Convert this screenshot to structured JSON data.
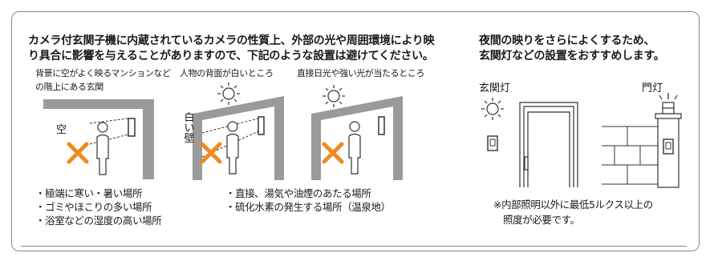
{
  "left": {
    "heading_line1": "カメラ付玄関子機に内蔵されているカメラの性質上、外部の光や周囲環境により映",
    "heading_line2": "り具合に影響を与えることがありますので、下記のような設置は避けてください。",
    "scenes": [
      {
        "caption_line1": "背景に空がよく映るマンションなど",
        "caption_line2": "の階上にある玄関",
        "label": "空"
      },
      {
        "caption": "人物の背面が白いところ",
        "label_chars": [
          "白",
          "い",
          "壁"
        ]
      },
      {
        "caption": "直接日光や強い光が当たるところ"
      }
    ],
    "list_left": [
      "・極端に寒い・暑い場所",
      "・ゴミやほこりの多い場所",
      "・浴室などの湿度の高い場所"
    ],
    "list_right": [
      "・直接、湯気や油煙のあたる場所",
      "・硫化水素の発生する場所（温泉地）"
    ]
  },
  "right": {
    "heading_line1": "夜間の映りをさらによくするため、",
    "heading_line2": "玄関灯などの設置をおすすめします。",
    "entrance_light_label": "玄関灯",
    "gate_light_label": "門灯",
    "note_line1": "※内部照明以外に最低5ルクス以上の",
    "note_line2": "照度が必要です。"
  },
  "icons": [
    "x-mark-icon",
    "sun-icon",
    "person-icon",
    "intercom-camera-icon",
    "light-icon"
  ],
  "colors": {
    "x_mark": "#F08A1E",
    "wall": "#9a9a9a",
    "frame": "#8a8a8a"
  }
}
